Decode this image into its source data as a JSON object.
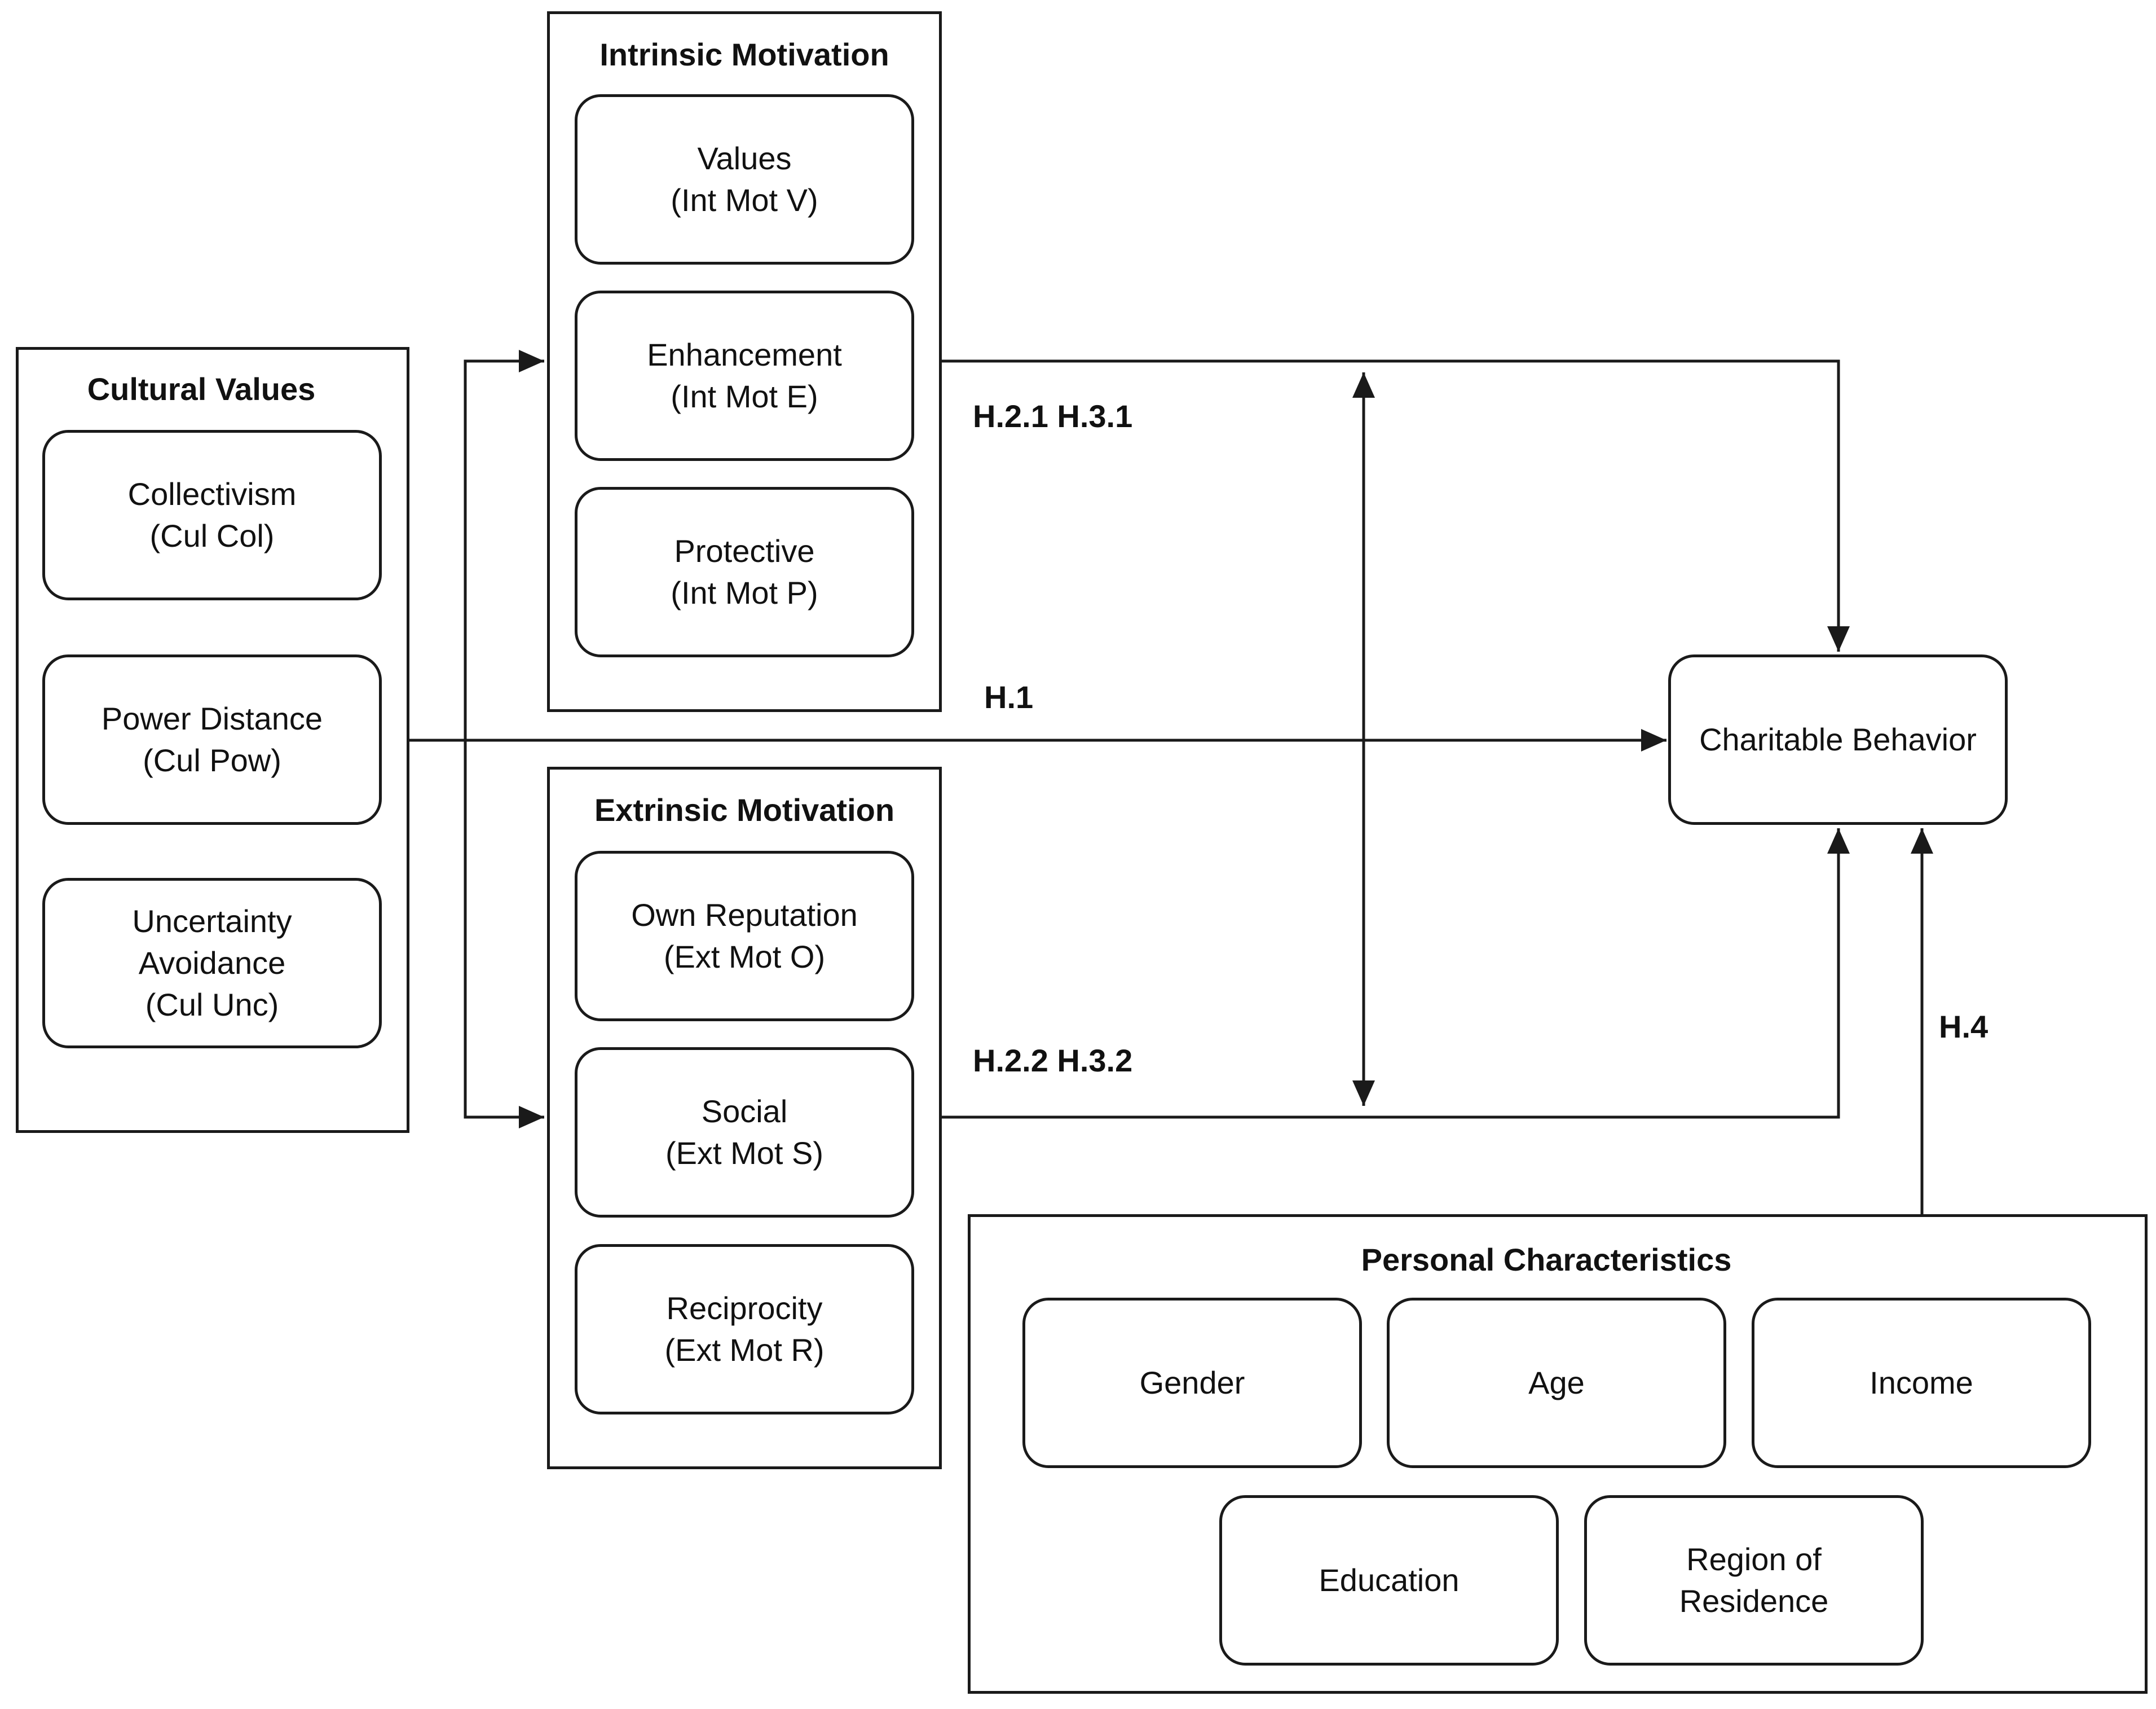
{
  "groups": {
    "cultural": {
      "title": "Cultural Values",
      "items": [
        {
          "line1": "Collectivism",
          "line2": "(Cul Col)"
        },
        {
          "line1": "Power Distance",
          "line2": "(Cul Pow)"
        },
        {
          "line1": "Uncertainty",
          "line2": "Avoidance",
          "line3": "(Cul Unc)"
        }
      ]
    },
    "intrinsic": {
      "title": "Intrinsic Motivation",
      "items": [
        {
          "line1": "Values",
          "line2": "(Int Mot V)"
        },
        {
          "line1": "Enhancement",
          "line2": "(Int Mot E)"
        },
        {
          "line1": "Protective",
          "line2": "(Int Mot P)"
        }
      ]
    },
    "extrinsic": {
      "title": "Extrinsic Motivation",
      "items": [
        {
          "line1": "Own Reputation",
          "line2": "(Ext Mot O)"
        },
        {
          "line1": "Social",
          "line2": "(Ext Mot S)"
        },
        {
          "line1": "Reciprocity",
          "line2": "(Ext Mot R)"
        }
      ]
    },
    "personal": {
      "title": "Personal Characteristics",
      "items": [
        {
          "line1": "Gender"
        },
        {
          "line1": "Age"
        },
        {
          "line1": "Income"
        },
        {
          "line1": "Education"
        },
        {
          "line1": "Region of",
          "line2": "Residence"
        }
      ]
    }
  },
  "outcome": {
    "label": "Charitable Behavior"
  },
  "hypotheses": {
    "h1": "H.1",
    "h21_h31": "H.2.1 H.3.1",
    "h22_h32": "H.2.2 H.3.2",
    "h4": "H.4"
  }
}
